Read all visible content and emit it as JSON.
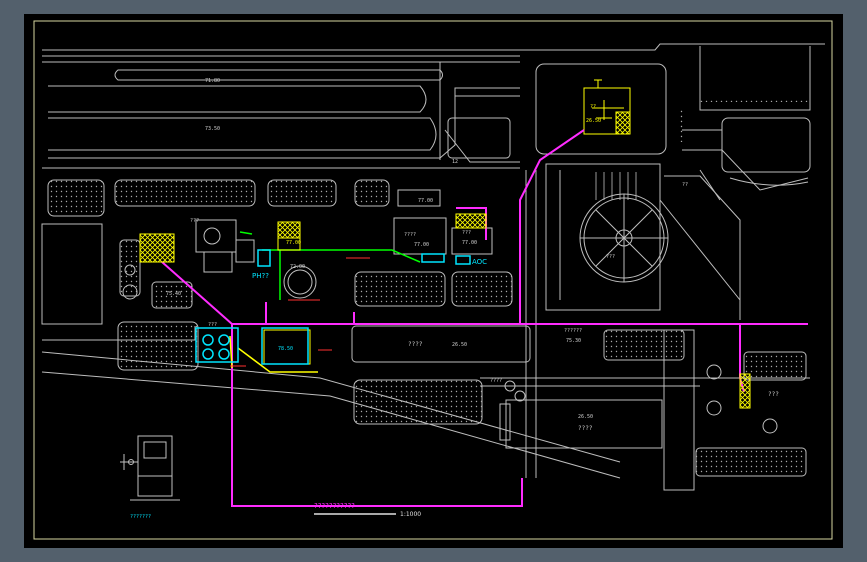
{
  "colors": {
    "background": "#000000",
    "border": "#53606c",
    "frame": "#c8c8c8",
    "titleframe": "#d6d6a0",
    "pipe_main": "#ff2cff",
    "pipe_green": "#00ff00",
    "equip_yellow": "#ffff00",
    "equip_cyan": "#00e5ff",
    "red_text": "#ff3030",
    "hatch": "#a0a0a0"
  },
  "labels": {
    "elev_top_road": "71.80",
    "elev_mid_road": "73.50",
    "elev_small_1": "12",
    "elev_a": "77.00",
    "elev_b": "77.00",
    "elev_c": "77.00",
    "elev_d": "77.00",
    "elev_e": "26.50",
    "elev_f": "75.40",
    "elev_g": "26.50",
    "elev_h": "78.50",
    "elev_i": "75.30",
    "elev_j": "26.50",
    "elev_k": "72.00",
    "unk_1": "???",
    "unk_2": "???",
    "unk_3": "????",
    "unk_4": "???",
    "unk_5": "??????",
    "unk_6": "????",
    "unk_7": "????",
    "unk_8": "???",
    "unk_9": "??",
    "unk_10": "??",
    "unk_11": "???",
    "unk_12": "????",
    "ph_label": "PH??",
    "aoc_label": "AOC",
    "legend_title": "???????????",
    "scale_label": "1:1000",
    "detail_label": "???????"
  }
}
